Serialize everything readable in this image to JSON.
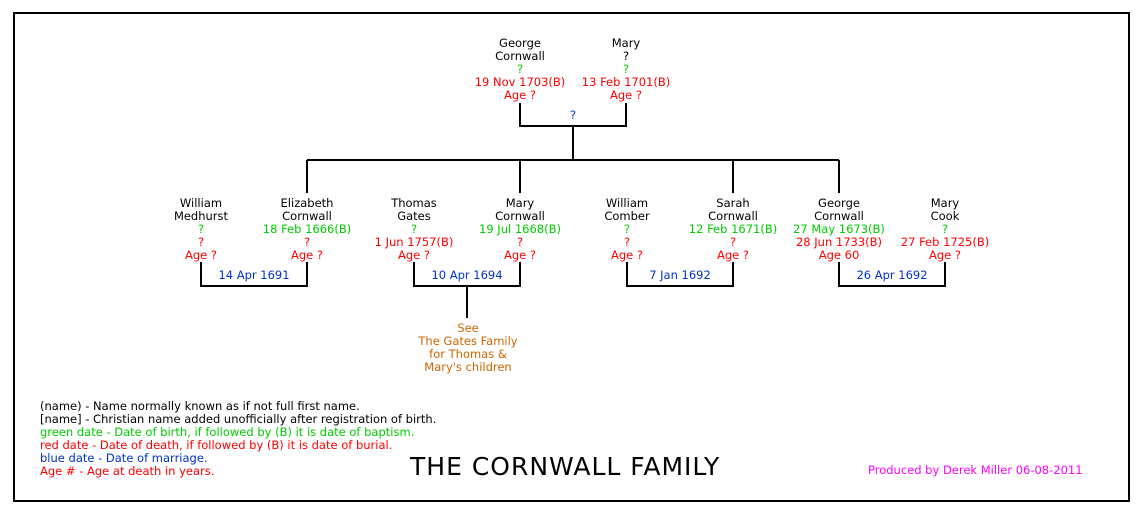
{
  "title": "THE CORNWALL FAMILY",
  "credit": "Produced by Derek Miller 06-08-2011",
  "colors": {
    "name": "#000000",
    "birth": "#00cc00",
    "death": "#ff0000",
    "marriage": "#0033cc",
    "note": "#cc6600",
    "credit": "#ff00ff"
  },
  "people": {
    "george_sr": {
      "name1": "George",
      "name2": "Cornwall",
      "birth": "?",
      "death": "19 Nov 1703(B)",
      "age": "Age ?"
    },
    "mary_sr": {
      "name1": "Mary",
      "name2": "?",
      "birth": "?",
      "death": "13 Feb 1701(B)",
      "age": "Age ?"
    },
    "william_m": {
      "name1": "William",
      "name2": "Medhurst",
      "birth": "?",
      "death": "?",
      "age": "Age ?"
    },
    "elizabeth": {
      "name1": "Elizabeth",
      "name2": "Cornwall",
      "birth": "18 Feb 1666(B)",
      "death": "?",
      "age": "Age ?"
    },
    "thomas": {
      "name1": "Thomas",
      "name2": "Gates",
      "birth": "?",
      "death": "1 Jun 1757(B)",
      "age": "Age ?"
    },
    "mary_c": {
      "name1": "Mary",
      "name2": "Cornwall",
      "birth": "19 Jul 1668(B)",
      "death": "?",
      "age": "Age ?"
    },
    "william_c": {
      "name1": "William",
      "name2": "Comber",
      "birth": "?",
      "death": "?",
      "age": "Age ?"
    },
    "sarah": {
      "name1": "Sarah",
      "name2": "Cornwall",
      "birth": "12 Feb 1671(B)",
      "death": "?",
      "age": "Age ?"
    },
    "george_jr": {
      "name1": "George",
      "name2": "Cornwall",
      "birth": "27 May 1673(B)",
      "death": "28 Jun 1733(B)",
      "age": "Age 60"
    },
    "mary_cook": {
      "name1": "Mary",
      "name2": "Cook",
      "birth": "?",
      "death": "27 Feb 1725(B)",
      "age": "Age ?"
    }
  },
  "marriages": {
    "parents": "?",
    "medhurst": "14 Apr 1691",
    "gates": "10 Apr 1694",
    "comber": "7 Jan 1692",
    "george_cook": "26 Apr 1692"
  },
  "see_note": [
    "See",
    "The Gates Family",
    "for Thomas &",
    "Mary's children"
  ],
  "legend": [
    "(name) - Name normally known as if not full first name.",
    "[name] - Christian name added unofficially after registration of birth.",
    "green date - Date of birth, if followed by (B) it is date of baptism.",
    "red date - Date of death, if followed by (B) it is date of burial.",
    "blue date - Date of marriage.",
    "Age # - Age at death in years."
  ]
}
